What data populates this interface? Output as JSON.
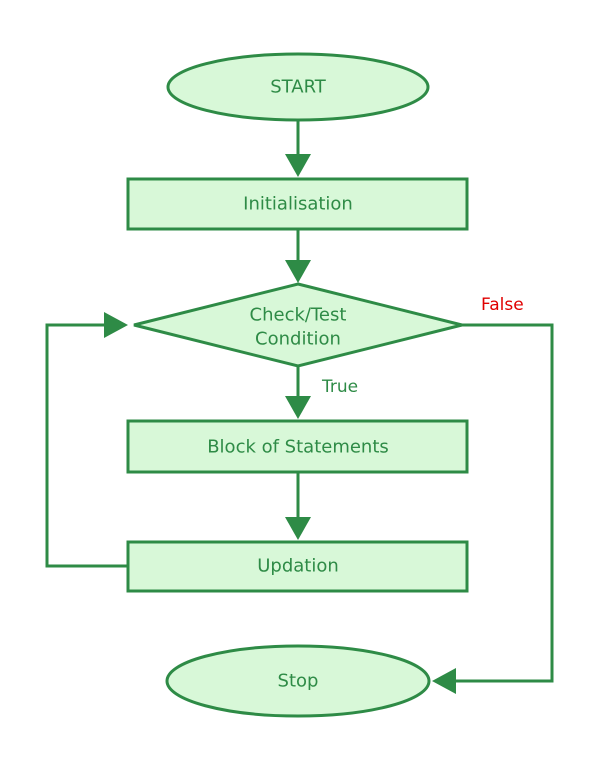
{
  "colors": {
    "stroke": "#2e8b46",
    "fill": "#d8f8d8",
    "text": "#2e8b46",
    "false_label": "#e00000"
  },
  "nodes": {
    "start": "START",
    "initialisation": "Initialisation",
    "condition_line1": "Check/Test",
    "condition_line2": "Condition",
    "block": "Block of Statements",
    "updation": "Updation",
    "stop": "Stop"
  },
  "edges": {
    "true_label": "True",
    "false_label": "False"
  }
}
